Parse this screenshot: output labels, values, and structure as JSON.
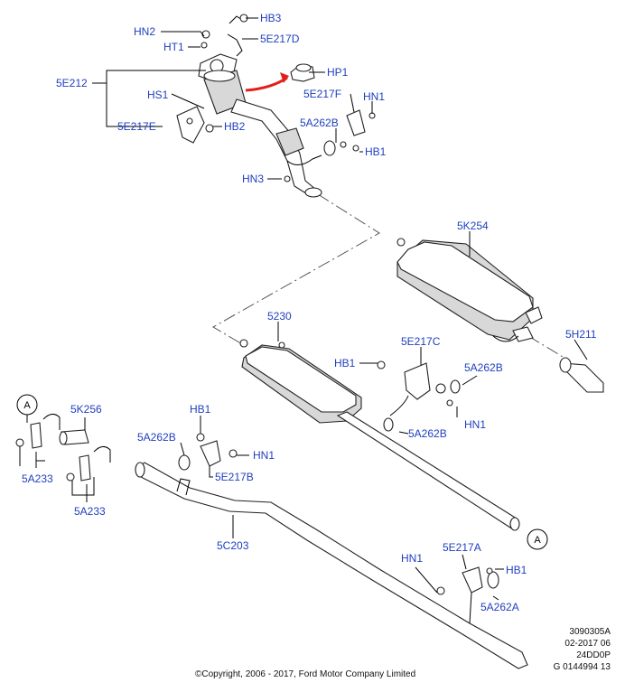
{
  "labels": {
    "hn2": "HN2",
    "ht1": "HT1",
    "hb3": "HB3",
    "e217d": "5E217D",
    "e212": "5E212",
    "hp1": "HP1",
    "hs1": "HS1",
    "e217f": "5E217F",
    "hn1_a": "HN1",
    "a262b_a": "5A262B",
    "e217e": "5E217E",
    "hb2": "HB2",
    "hb1_a": "HB1",
    "hn3": "HN3",
    "k254": "5K254",
    "h211": "5H211",
    "p5230": "5230",
    "e217c": "5E217C",
    "hb1_b": "HB1",
    "a262b_b": "5A262B",
    "hn1_b": "HN1",
    "a262b_c": "5A262B",
    "k256": "5K256",
    "hb1_c": "HB1",
    "a262b_d": "5A262B",
    "hn1_c": "HN1",
    "e217b": "5E217B",
    "a233_a": "5A233",
    "a233_b": "5A233",
    "c203": "5C203",
    "hn1_d": "HN1",
    "e217a": "5E217A",
    "hb1_d": "HB1",
    "a262a": "5A262A"
  },
  "refs": {
    "ref_a_left": "A",
    "ref_a_right": "A"
  },
  "meta": {
    "line1": "3090305A",
    "line2": "02-2017 06",
    "line3": "24DD0P",
    "line4": "G 0144994 13"
  },
  "copyright": "©Copyright, 2006 - 2017, Ford Motor Company Limited",
  "colors": {
    "label": "#1f3fbf",
    "arrow": "#e0201a"
  }
}
